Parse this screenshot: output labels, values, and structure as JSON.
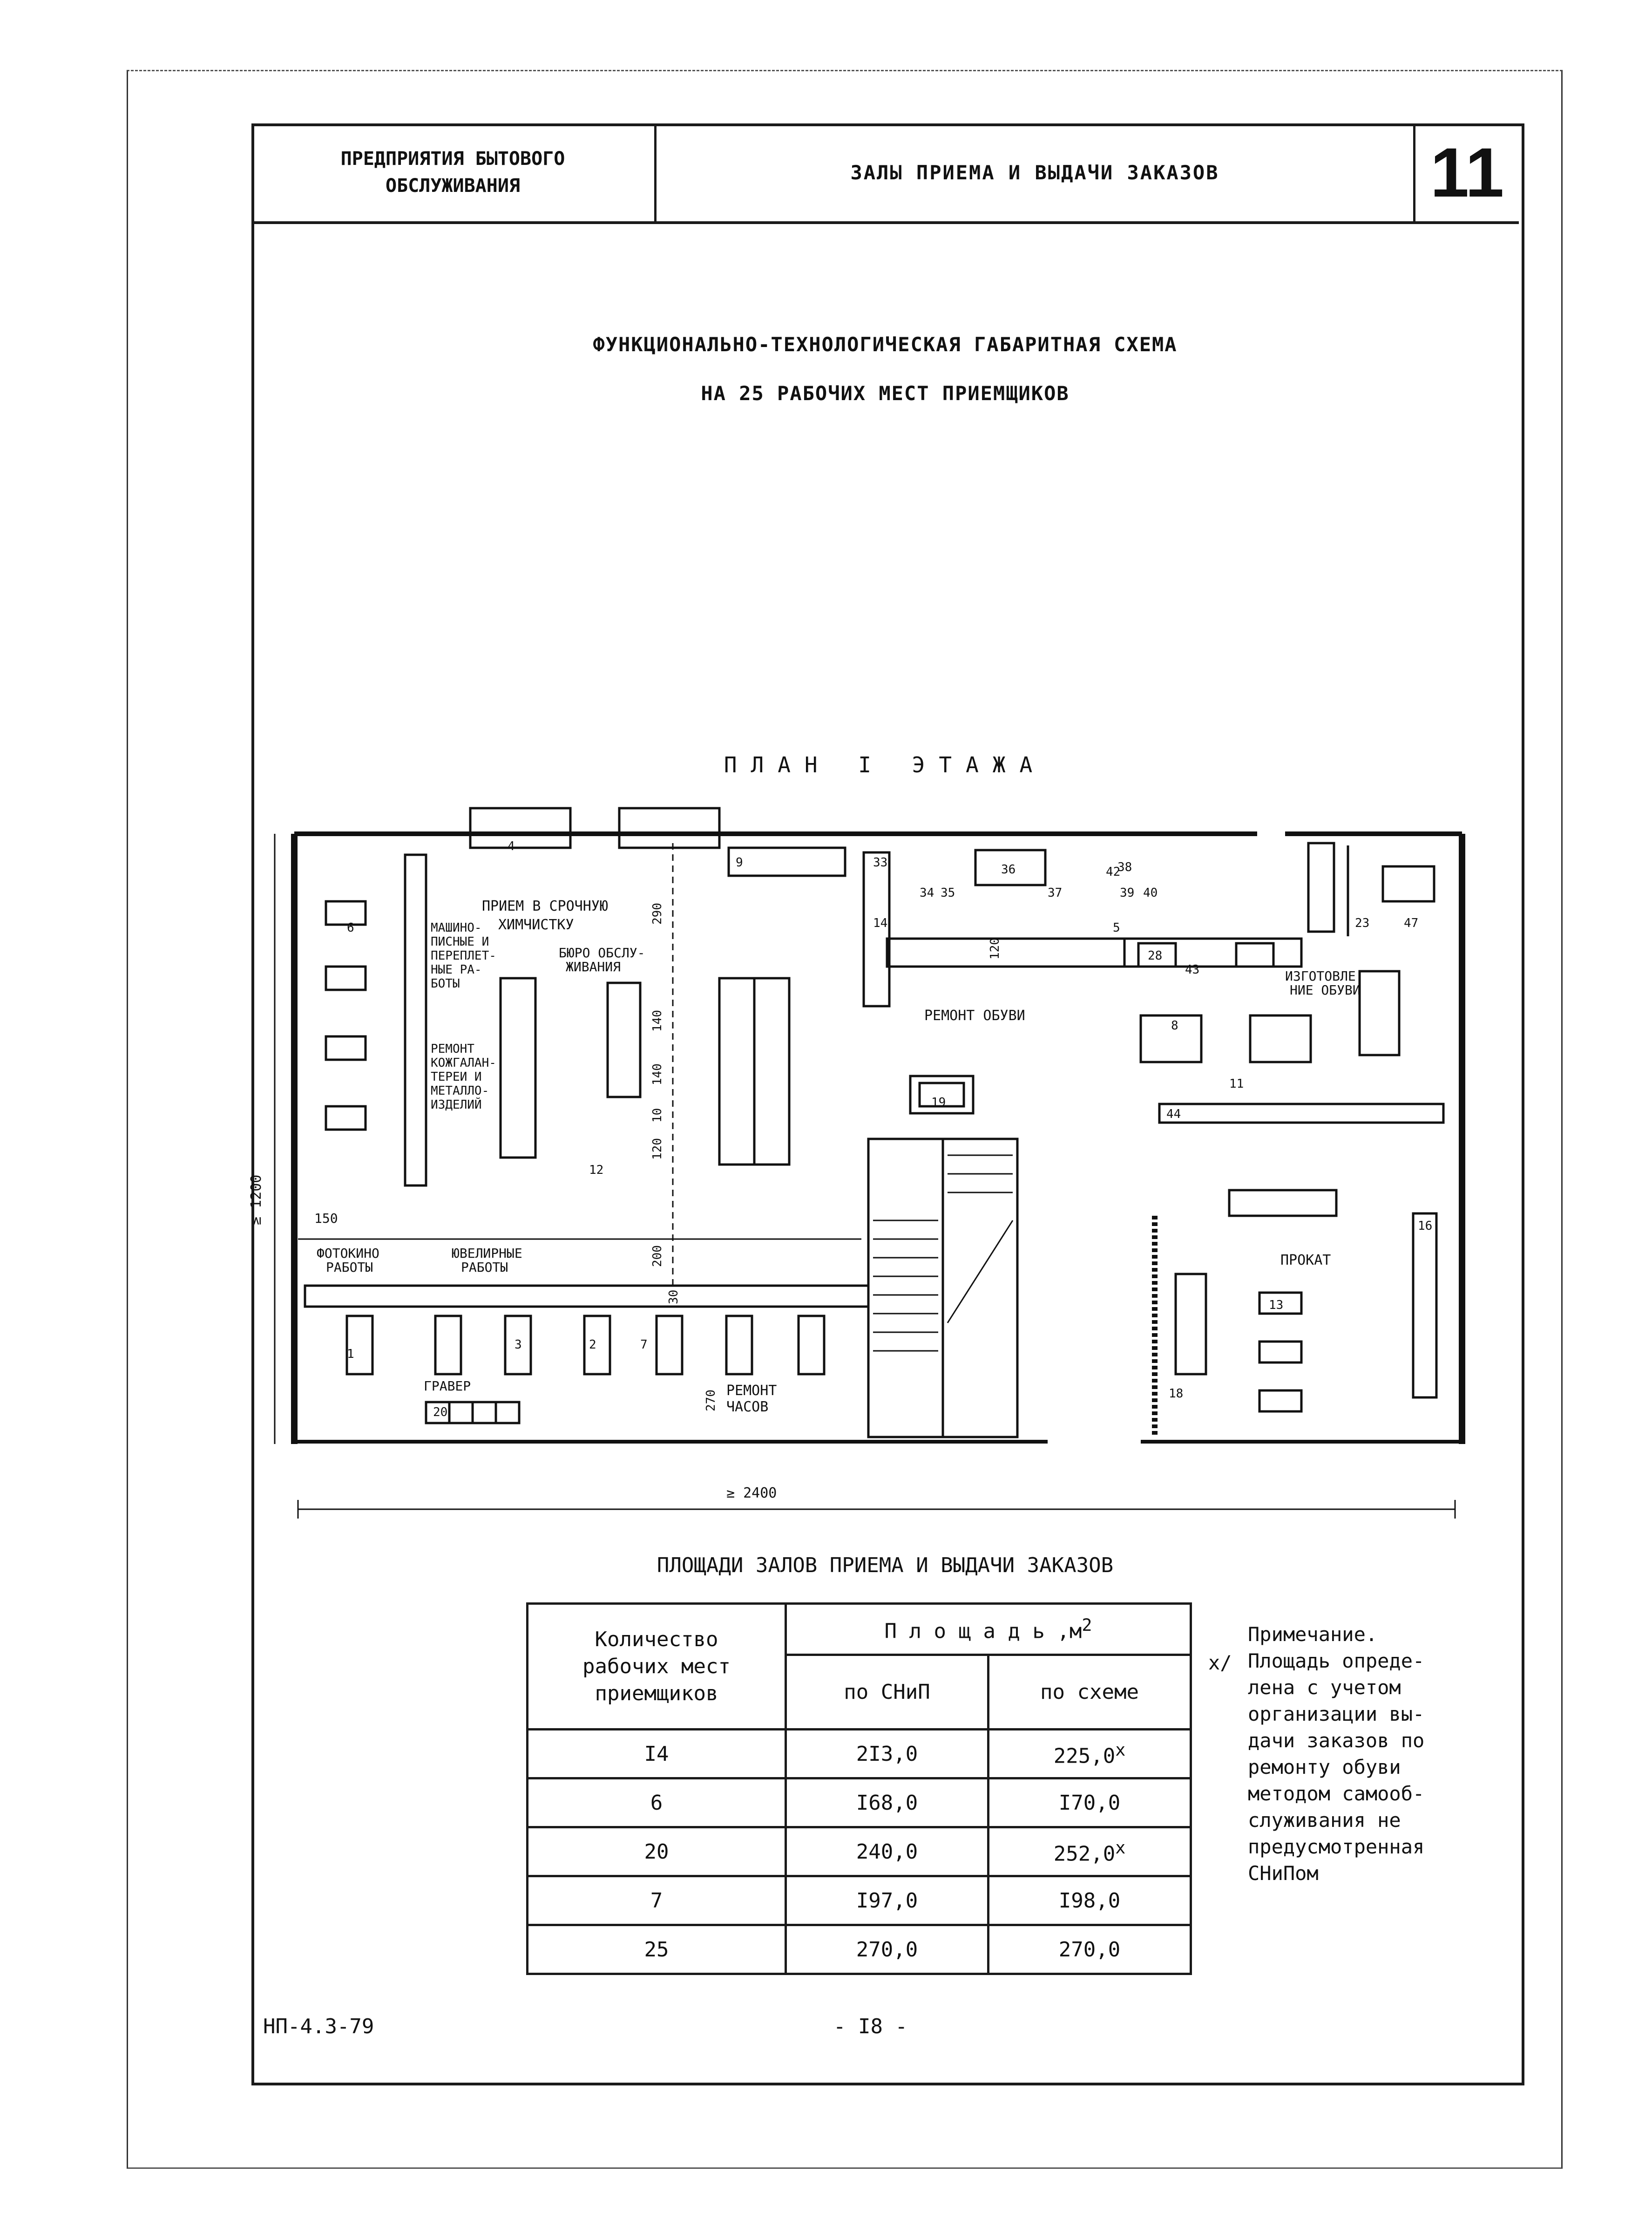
{
  "header": {
    "organization_line1": "ПРЕДПРИЯТИЯ БЫТОВОГО",
    "organization_line2": "ОБСЛУЖИВАНИЯ",
    "section": "ЗАЛЫ ПРИЕМА И ВЫДАЧИ ЗАКАЗОВ",
    "sheet_number": "11"
  },
  "document_title_line1": "ФУНКЦИОНАЛЬНО-ТЕХНОЛОГИЧЕСКАЯ ГАБАРИТНАЯ СХЕМА",
  "document_title_line2": "НА 25 РАБОЧИХ МЕСТ ПРИЕМЩИКОВ",
  "plan": {
    "title": "ПЛАН I ЭТАЖА",
    "labels": {
      "dry_cleaning_1": "ПРИЕМ В СРОЧНУЮ",
      "dry_cleaning_2": "ХИМЧИСТКУ",
      "typing_1": "МАШИНО-",
      "typing_2": "ПИСНЫЕ И",
      "typing_3": "ПЕРЕПЛЕТ-",
      "typing_4": "НЫЕ РА-",
      "typing_5": "БОТЫ",
      "service_bureau_1": "БЮРО ОБСЛУ-",
      "service_bureau_2": "ЖИВАНИЯ",
      "leather_1": "РЕМОНТ",
      "leather_2": "КОЖГАЛАН-",
      "leather_3": "ТЕРЕИ И",
      "leather_4": "МЕТАЛЛО-",
      "leather_5": "ИЗДЕЛИЙ",
      "shoe_repair": "РЕМОНТ ОБУВИ",
      "shoe_making_1": "ИЗГОТОВЛЕ",
      "shoe_making_2": "НИЕ ОБУВИ",
      "photo_1": "ФОТОКИНО",
      "photo_2": "РАБОТЫ",
      "jewelry_1": "ЮВЕЛИРНЫЕ",
      "jewelry_2": "РАБОТЫ",
      "engraver": "ГРАВЕР",
      "watch_1": "РЕМОНТ",
      "watch_2": "ЧАСОВ",
      "rental": "ПРОКАТ"
    },
    "dimensions": {
      "height": "≥ 1200",
      "width": "≥ 2400",
      "d290": "290",
      "d140a": "140",
      "d140b": "140",
      "d10": "10",
      "d120": "120",
      "d200": "200",
      "d30": "30",
      "d270": "270",
      "d120b": "120",
      "d150": "150"
    },
    "equipment_numbers": [
      "1",
      "2",
      "3",
      "4",
      "5",
      "6",
      "7",
      "8",
      "9",
      "11",
      "12",
      "13",
      "14",
      "16",
      "18",
      "19",
      "20",
      "23",
      "28",
      "33",
      "34",
      "35",
      "36",
      "37",
      "38",
      "39",
      "40",
      "42",
      "43",
      "44",
      "47"
    ]
  },
  "areas": {
    "title": "ПЛОЩАДИ ЗАЛОВ ПРИЕМА И ВЫДАЧИ ЗАКАЗОВ",
    "col_count_1": "Количество",
    "col_count_2": "рабочих мест",
    "col_count_3": "приемщиков",
    "col_area": "П л о щ а д ь ,м",
    "col_area_sup": "2",
    "col_snip": "по СНиП",
    "col_scheme": "по схеме",
    "rows": [
      {
        "count": "I4",
        "snip": "2I3,0",
        "scheme": "225,0",
        "mark": "x"
      },
      {
        "count": "6",
        "snip": "I68,0",
        "scheme": "I70,0",
        "mark": ""
      },
      {
        "count": "20",
        "snip": "240,0",
        "scheme": "252,0",
        "mark": "x"
      },
      {
        "count": "7",
        "snip": "I97,0",
        "scheme": "I98,0",
        "mark": ""
      },
      {
        "count": "25",
        "snip": "270,0",
        "scheme": "270,0",
        "mark": ""
      }
    ]
  },
  "note": {
    "marker": "x/",
    "text": "Примечание.\nПлощадь опреде-\nлена с учетом\nорганизации вы-\nдачи заказов по\nремонту обуви\nметодом самооб-\nслуживания не\nпредусмотренная\nСНиПом"
  },
  "footer": {
    "code": "НП-4.3-79",
    "page": "- I8 -"
  }
}
